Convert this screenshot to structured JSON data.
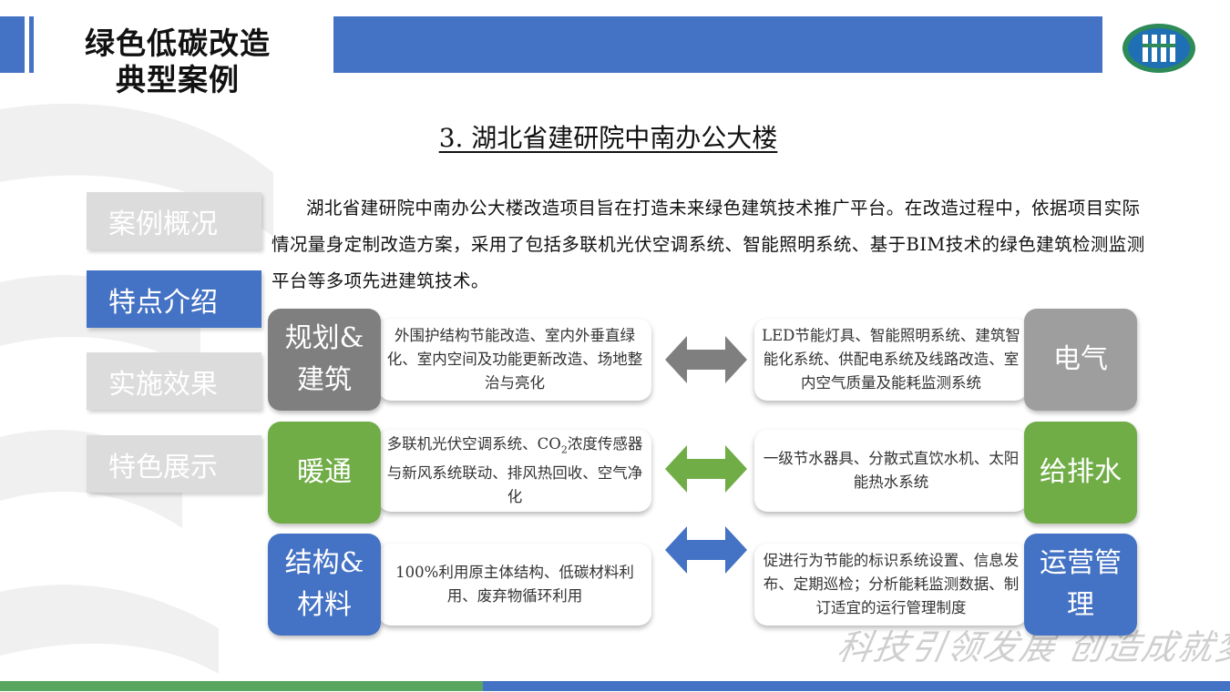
{
  "header": {
    "title_line1": "绿色低碳改造",
    "title_line2": "典型案例"
  },
  "case": {
    "title": "3. 湖北省建研院中南办公大楼",
    "intro": "湖北省建研院中南办公大楼改造项目旨在打造未来绿色建筑技术推广平台。在改造过程中，依据项目实际情况量身定制改造方案，采用了包括多联机光伏空调系统、智能照明系统、基于BIM技术的绿色建筑检测监测平台等多项先进建筑技术。"
  },
  "sidebar": {
    "items": [
      {
        "label": "案例概况",
        "active": false
      },
      {
        "label": "特点介绍",
        "active": true
      },
      {
        "label": "实施效果",
        "active": false
      },
      {
        "label": "特色展示",
        "active": false
      }
    ]
  },
  "features": {
    "left": [
      {
        "label_line1": "规划&",
        "label_line2": "建筑",
        "color": "#7f7f7f",
        "desc": "外围护结构节能改造、室内外垂直绿化、室内空间及功能更新改造、场地整治与亮化"
      },
      {
        "label_line1": "暖通",
        "label_line2": "",
        "color": "#70ad47",
        "desc_part1": "多联机光伏空调系统、CO",
        "desc_sub": "2",
        "desc_part2": "浓度传感器与新风系统联动、排风热回收、空气净化"
      },
      {
        "label_line1": "结构&",
        "label_line2": "材料",
        "color": "#4472c4",
        "desc": "100%利用原主体结构、低碳材料利用、废弃物循环利用"
      }
    ],
    "right": [
      {
        "label_line1": "电气",
        "label_line2": "",
        "color": "#9e9e9e",
        "desc": "LED节能灯具、智能照明系统、建筑智能化系统、供配电系统及线路改造、室内空气质量及能耗监测系统"
      },
      {
        "label_line1": "给排水",
        "label_line2": "",
        "color": "#70ad47",
        "desc": "一级节水器具、分散式直饮水机、太阳能热水系统"
      },
      {
        "label_line1": "运营管",
        "label_line2": "理",
        "color": "#4472c4",
        "desc": "促进行为节能的标识系统设置、信息发布、定期巡检；分析能耗监测数据、制订适宜的运行管理制度"
      }
    ],
    "arrow_colors": [
      "#7f7f7f",
      "#70ad47",
      "#4472c4"
    ]
  },
  "watermark": "科技引领发展 创造成就梦想",
  "colors": {
    "accent_blue": "#4472c4",
    "accent_green": "#70ad47",
    "gray": "#9e9e9e"
  }
}
